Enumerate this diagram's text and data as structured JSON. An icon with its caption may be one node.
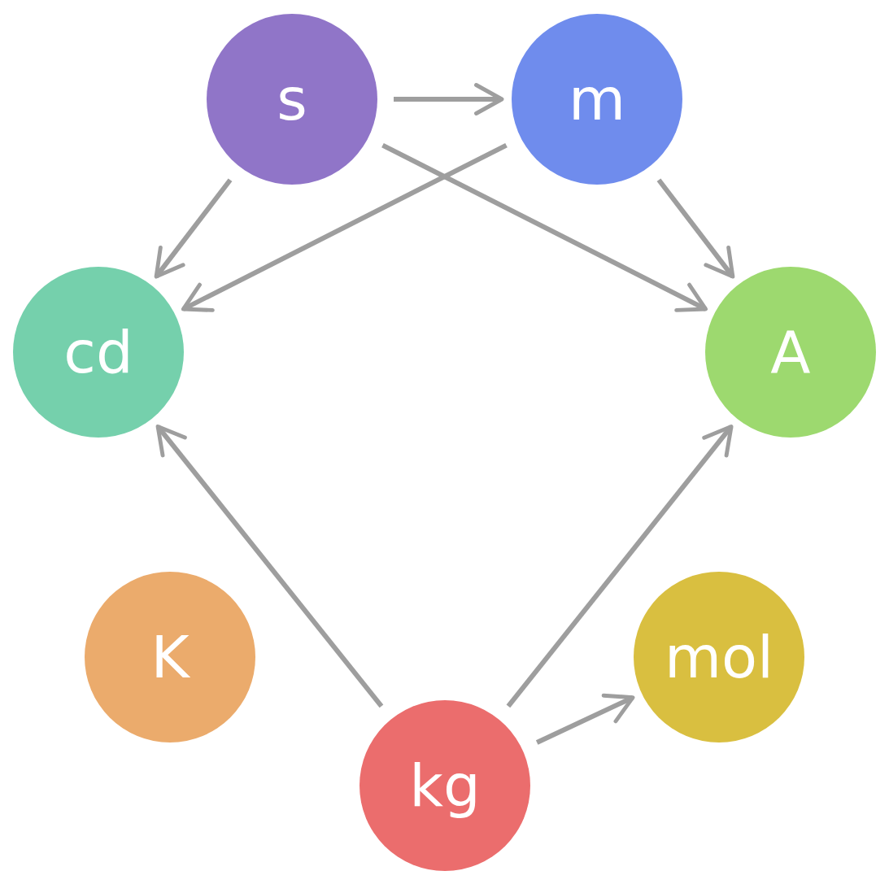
{
  "diagram": {
    "nodes": [
      {
        "text": [
          "s"
        ]
      },
      {
        "text": [
          "m"
        ]
      },
      {
        "text": [
          "cd"
        ]
      },
      {
        "text": [
          "A"
        ]
      },
      {
        "text": [
          "K"
        ]
      },
      {
        "text": [
          "mol"
        ]
      },
      {
        "text": [
          "kg"
        ]
      }
    ],
    "edges": [
      {
        "from": 0,
        "to": 1,
        "arrow": "to"
      },
      {
        "from": 0,
        "to": 2,
        "arrow": "to"
      },
      {
        "from": 0,
        "to": 3,
        "arrow": "to"
      },
      {
        "from": 1,
        "to": 2,
        "arrow": "to"
      },
      {
        "from": 1,
        "to": 3,
        "arrow": "to"
      },
      {
        "from": 6,
        "to": 2,
        "arrow": "to"
      },
      {
        "from": 6,
        "to": 3,
        "arrow": "to"
      },
      {
        "from": 6,
        "to": 5,
        "arrow": "to"
      }
    ]
  }
}
